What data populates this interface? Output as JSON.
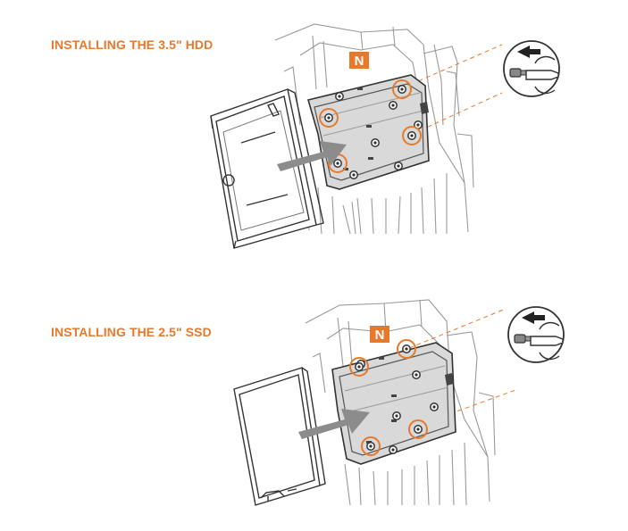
{
  "steps": [
    {
      "title": "INSTALLING THE 3.5\" HDD",
      "badge": "N"
    },
    {
      "title": "INSTALLING THE 2.5\" SSD",
      "badge": "N"
    }
  ],
  "colors": {
    "accent": "#e8792b",
    "line": "#555555",
    "bracket_fill": "#d9d9d9",
    "arrow": "#8c8c8c"
  },
  "icons": [
    "screw-removal-icon",
    "insertion-arrow-icon",
    "brand-badge-icon"
  ]
}
